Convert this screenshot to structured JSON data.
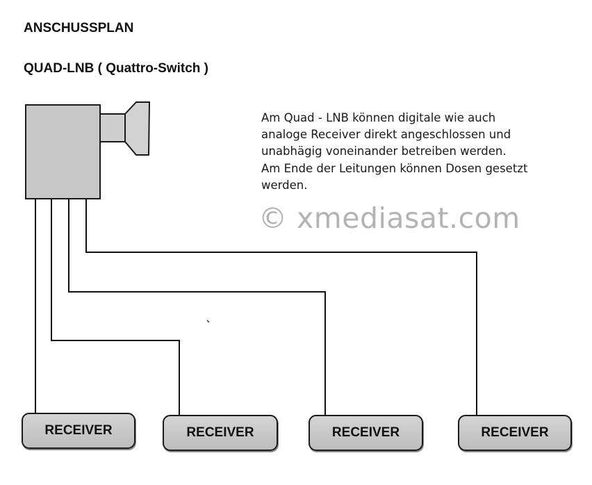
{
  "title": "ANSCHUSSPLAN",
  "subtitle": "QUAD-LNB ( Quattro-Switch )",
  "description": {
    "lines": [
      "Am Quad - LNB können digitale wie auch",
      "analoge Receiver direkt angeschlossen und",
      "unabhägig voneinander betreiben werden.",
      "Am Ende der Leitungen können Dosen gesetzt",
      "werden."
    ]
  },
  "watermark": "© xmediasat.com",
  "receivers": [
    {
      "label": "RECEIVER"
    },
    {
      "label": "RECEIVER"
    },
    {
      "label": "RECEIVER"
    },
    {
      "label": "RECEIVER"
    }
  ]
}
